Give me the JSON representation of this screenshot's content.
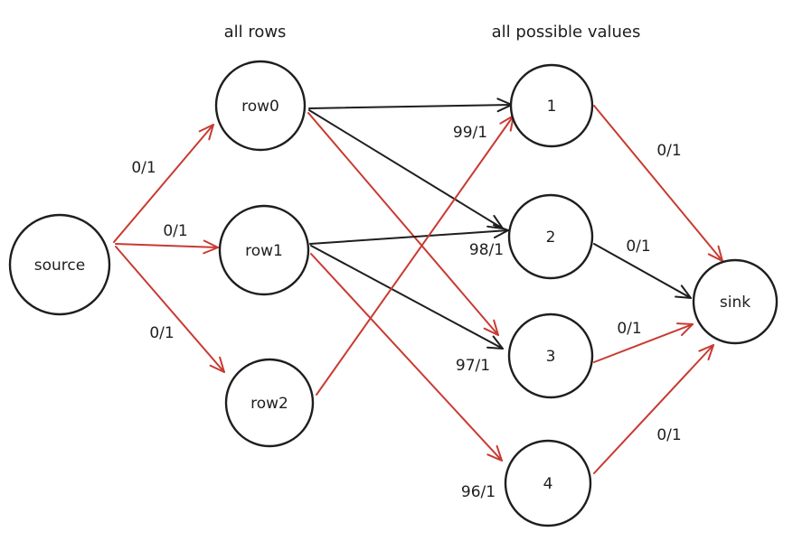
{
  "colors": {
    "red": "#c93a32",
    "black": "#1e1e1e"
  },
  "headers": {
    "rows": "all rows",
    "values": "all possible values"
  },
  "nodes": {
    "source": "source",
    "row0": "row0",
    "row1": "row1",
    "row2": "row2",
    "v1": "1",
    "v2": "2",
    "v3": "3",
    "v4": "4",
    "sink": "sink"
  },
  "edges": [
    {
      "from": "source",
      "to": "row0",
      "color": "red",
      "label": "0/1"
    },
    {
      "from": "source",
      "to": "row1",
      "color": "red",
      "label": "0/1"
    },
    {
      "from": "source",
      "to": "row2",
      "color": "red",
      "label": "0/1"
    },
    {
      "from": "row0",
      "to": "v1",
      "color": "black",
      "label": ""
    },
    {
      "from": "row0",
      "to": "v2",
      "color": "black",
      "label": ""
    },
    {
      "from": "row0",
      "to": "v3",
      "color": "red",
      "label": ""
    },
    {
      "from": "row1",
      "to": "v2",
      "color": "black",
      "label": ""
    },
    {
      "from": "row1",
      "to": "v3",
      "color": "black",
      "label": ""
    },
    {
      "from": "row1",
      "to": "v4",
      "color": "red",
      "label": ""
    },
    {
      "from": "row2",
      "to": "v1",
      "color": "red",
      "label": ""
    },
    {
      "from": "v1",
      "to": "sink",
      "color": "red",
      "label": "0/1"
    },
    {
      "from": "v2",
      "to": "sink",
      "color": "black",
      "label": "0/1"
    },
    {
      "from": "v3",
      "to": "sink",
      "color": "red",
      "label": "0/1"
    },
    {
      "from": "v4",
      "to": "sink",
      "color": "red",
      "label": "0/1"
    }
  ],
  "value_labels": {
    "v1": "99/1",
    "v2": "98/1",
    "v3": "97/1",
    "v4": "96/1"
  }
}
